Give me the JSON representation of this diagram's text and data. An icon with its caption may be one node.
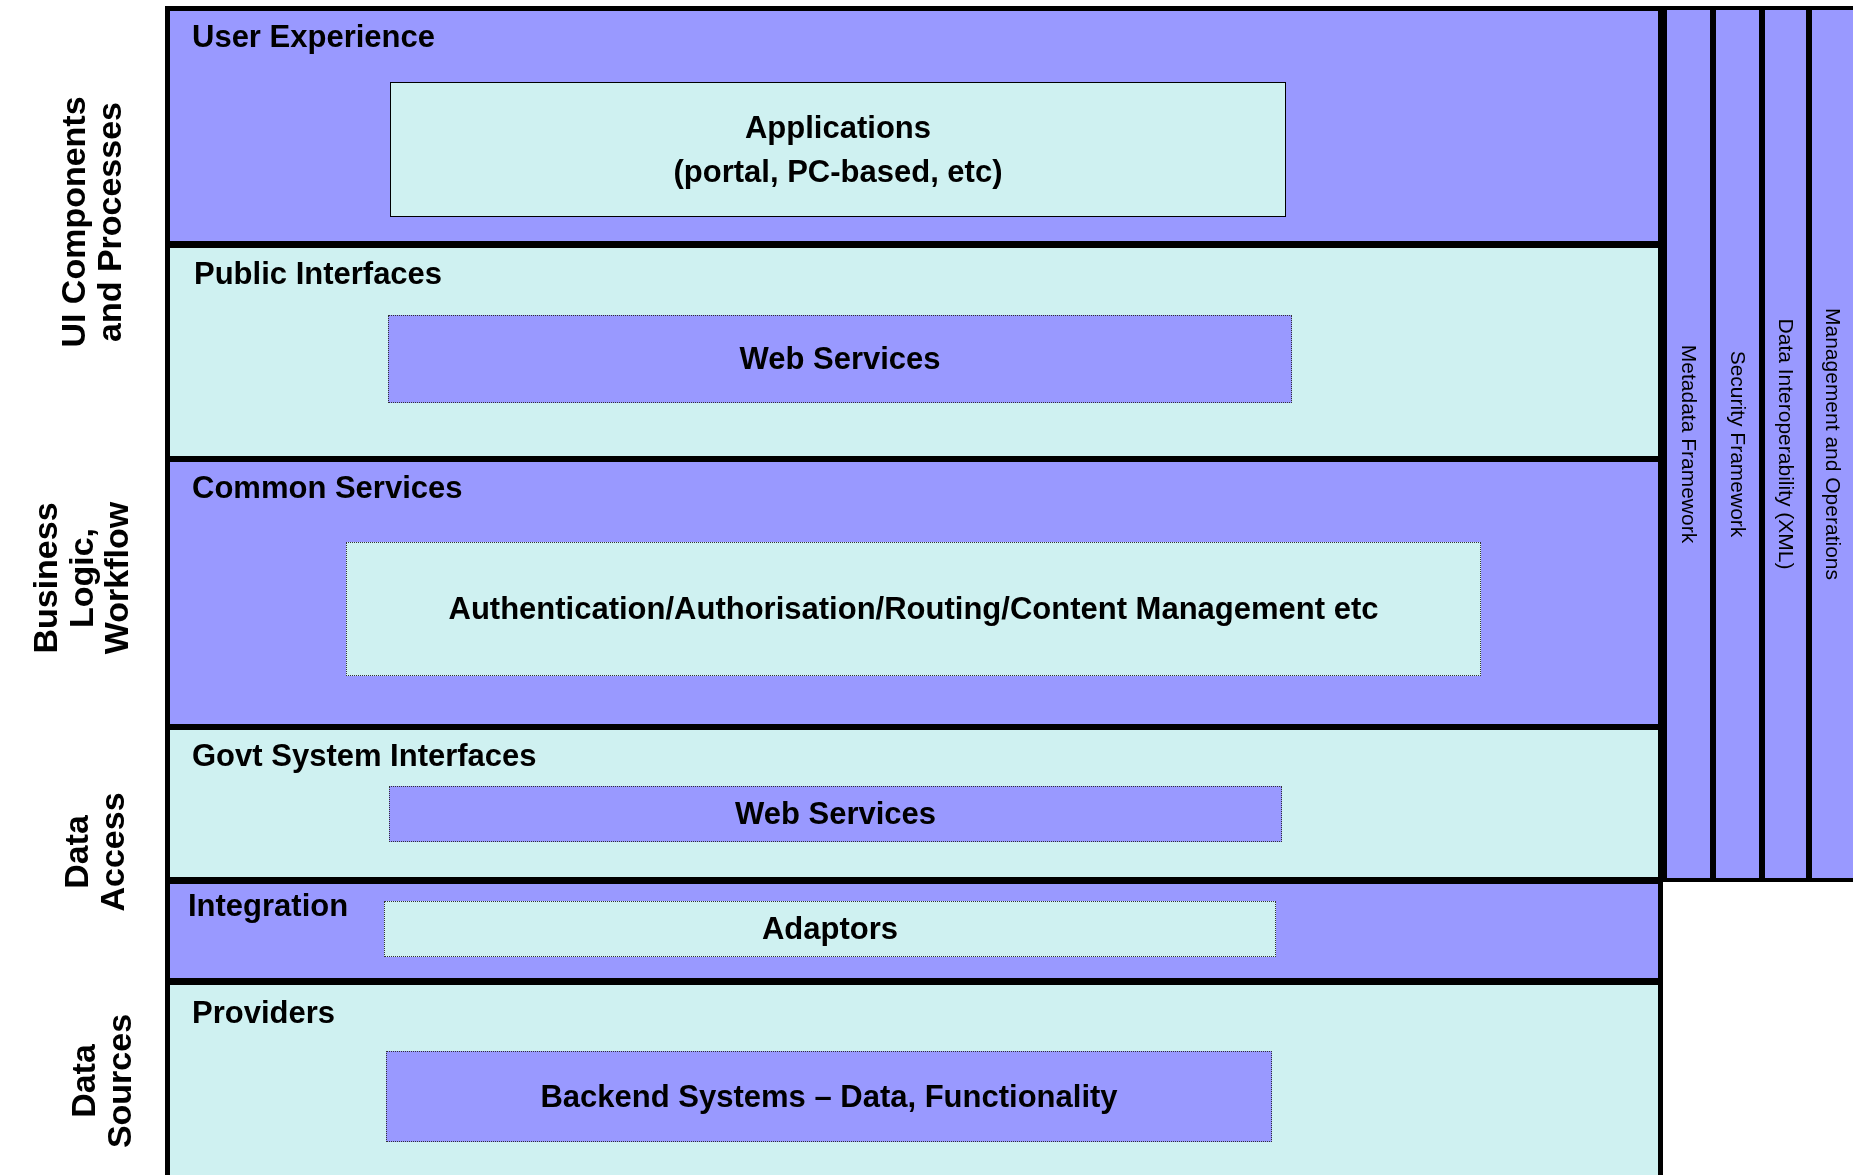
{
  "diagram": {
    "nodes": [
      {
        "text": [
          "User Experience"
        ]
      },
      {
        "text": [
          "Applications (portal, PC-based, etc)"
        ],
        "in": 0
      },
      {
        "text": [
          "Public Interfaces"
        ]
      },
      {
        "text": [
          "Web Services"
        ],
        "in": 2
      },
      {
        "text": [
          "Common Services"
        ]
      },
      {
        "text": [
          "Authentication/Authorisation/Routing/Content Management etc"
        ],
        "in": 4
      },
      {
        "text": [
          "Govt System Interfaces"
        ]
      },
      {
        "text": [
          "Web Services"
        ],
        "in": 6
      },
      {
        "text": [
          "Integration"
        ]
      },
      {
        "text": [
          "Adaptors"
        ],
        "in": 8
      },
      {
        "text": [
          "Providers"
        ]
      },
      {
        "text": [
          "Backend Systems – Data, Functionality"
        ],
        "in": 10
      },
      {
        "text": [
          "Metadata Framework"
        ]
      },
      {
        "text": [
          "Security Framework"
        ]
      },
      {
        "text": [
          "Data Interoperability (XML)"
        ]
      },
      {
        "text": [
          "Management and Operations"
        ]
      }
    ],
    "edges": [],
    "labels": [
      "UI Components and Processes",
      "Business Logic, Workflow",
      "Data Access",
      "Data Sources"
    ]
  }
}
